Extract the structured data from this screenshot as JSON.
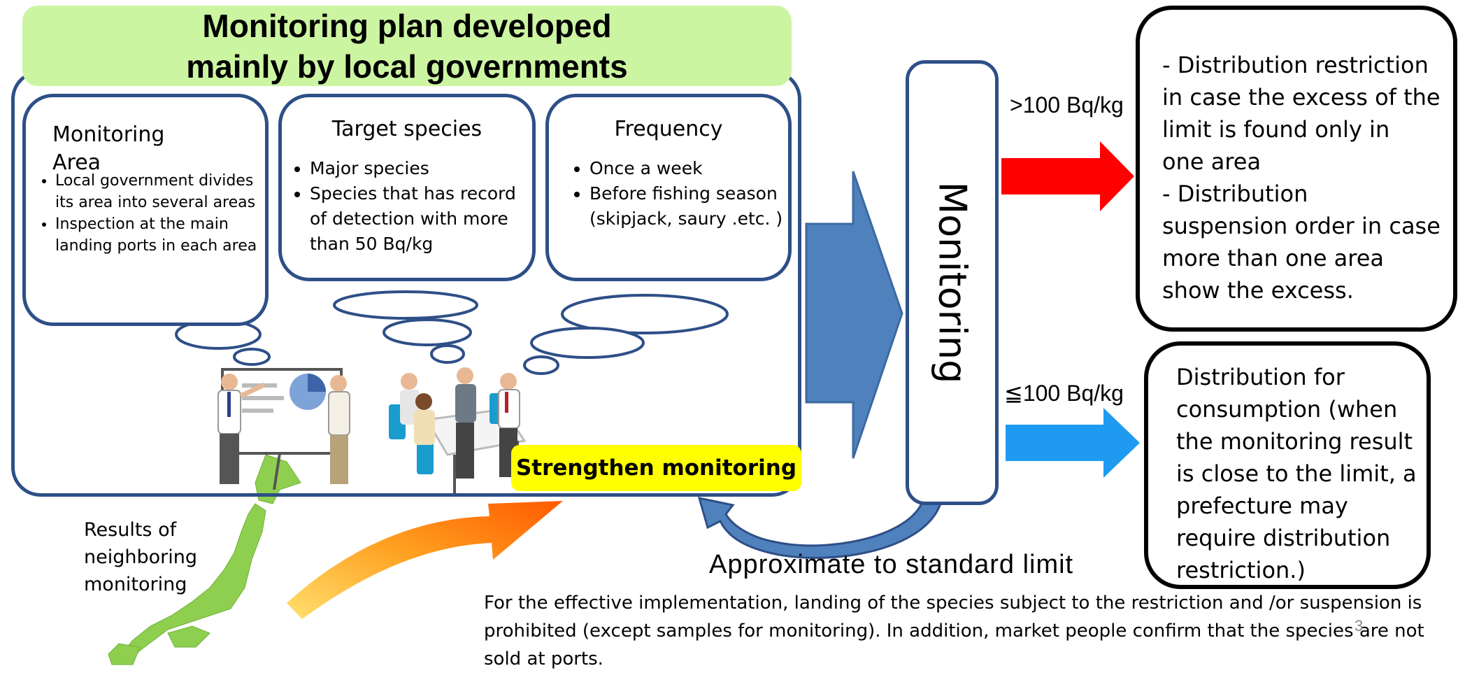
{
  "title": {
    "line1": "Monitoring plan developed",
    "line2": "mainly by local governments"
  },
  "cards": {
    "area": {
      "title_line1": "Monitoring",
      "title_line2": "Area",
      "bullets": [
        "Local government divides its area into several areas",
        "Inspection at the main landing ports in each area"
      ]
    },
    "species": {
      "title": "Target species",
      "bullets": [
        "Major species",
        "Species that has record of detection with more than 50 Bq/kg"
      ]
    },
    "frequency": {
      "title": "Frequency",
      "bullets": [
        "Once a week",
        "Before fishing season (skipjack, saury .etc. )"
      ]
    }
  },
  "strengthen_label": "Strengthen monitoring",
  "monitoring_label": "Monitoring",
  "thresholds": {
    "above": ">100 Bq/kg",
    "below": "≦100 Bq/kg"
  },
  "outcome_above": [
    "- Distribution restriction",
    "in case the excess of the",
    "limit is found only in",
    "one area",
    "- Distribution",
    "suspension order in case",
    "more than one area",
    "show the excess."
  ],
  "outcome_below": [
    "Distribution for",
    "consumption (when",
    "the monitoring result",
    "is close to the limit, a",
    "prefecture may",
    "require  distribution",
    "restriction.)"
  ],
  "neighbor_label": [
    "Results of",
    "neighboring",
    "monitoring"
  ],
  "approx_label": "Approximate to standard limit",
  "footnote": [
    "For the effective implementation, landing of the species subject to the restriction and /or suspension is",
    "prohibited (except samples for monitoring). In addition, market people  confirm that the species are not",
    "sold at ports."
  ],
  "page_number": "3",
  "colors": {
    "title_bg": "#ccf5a2",
    "frame": "#2e4f87",
    "big_arrow": "#4f81bd",
    "red_arrow": "#ff0000",
    "blue_arrow": "#1e9bf0",
    "highlight": "#ffff00",
    "japan_map": "#8fcf4f"
  },
  "icons": [
    "thought-bubble-icon",
    "presentation-people-illustration",
    "meeting-table-illustration",
    "japan-map-icon",
    "orange-curved-arrow-icon"
  ]
}
